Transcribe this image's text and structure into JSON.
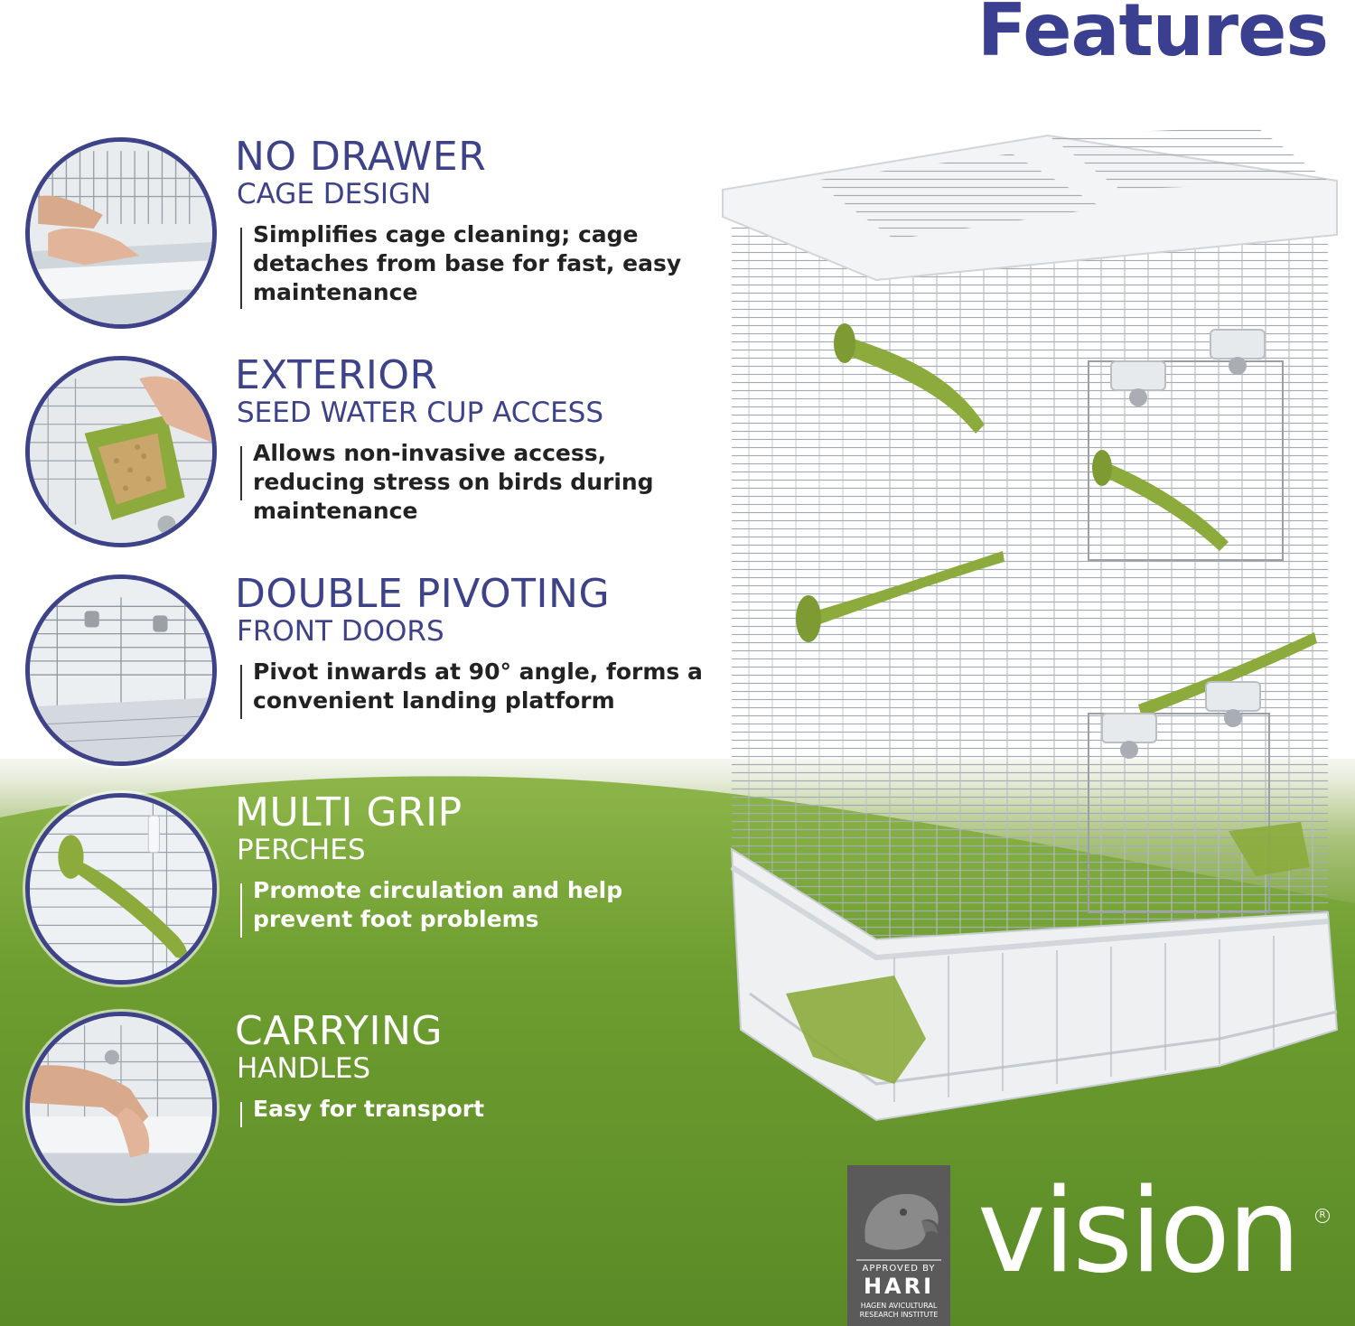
{
  "page": {
    "title": "Features"
  },
  "features": [
    {
      "heading": "NO DRAWER",
      "subheading": "CAGE DESIGN",
      "description": "Simplifies cage cleaning; cage detaches from base for fast, easy maintenance",
      "image_icon": "cage-removal-photo-icon"
    },
    {
      "heading": "EXTERIOR",
      "subheading": "SEED WATER CUP ACCESS",
      "description": "Allows non-invasive access, reducing stress on birds during maintenance",
      "image_icon": "seed-cup-photo-icon"
    },
    {
      "heading": "DOUBLE PIVOTING",
      "subheading": "FRONT DOORS",
      "description": "Pivot inwards at 90° angle, forms a convenient landing platform",
      "image_icon": "pivot-doors-photo-icon"
    },
    {
      "heading": "MULTI GRIP",
      "subheading": "PERCHES",
      "description": "Promote circulation and help prevent foot problems",
      "image_icon": "perch-photo-icon"
    },
    {
      "heading": "CARRYING",
      "subheading": "HANDLES",
      "description": "Easy for transport",
      "image_icon": "handle-photo-icon"
    }
  ],
  "badge": {
    "approved_by": "APPROVED BY",
    "name": "HARI",
    "full_name_line1": "HAGEN AVICULTURAL",
    "full_name_line2": "RESEARCH INSTITUTE"
  },
  "brand": {
    "name": "vision",
    "mark": "R"
  },
  "colors": {
    "heading": "#3e4289",
    "title": "#3b3f8f",
    "green": "#6a9a2e",
    "perch_green": "#8cab3c"
  }
}
